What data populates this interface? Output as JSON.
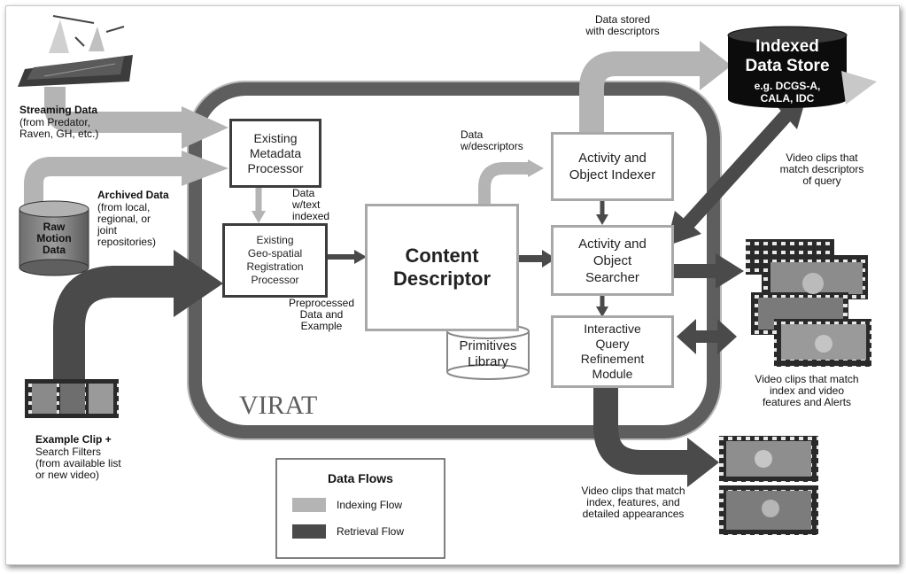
{
  "sources": {
    "streaming_title": "Streaming Data",
    "streaming_detail": "(from Predator,\nRaven, GH, etc.)",
    "archived_title": "Archived Data",
    "archived_detail": "(from local,\nregional, or\njoint\nrepositories)",
    "raw_motion": "Raw\nMotion\nData",
    "example_clip_title": "Example Clip +",
    "example_clip_detail": "Search Filters\n(from available list\nor new video)"
  },
  "virat_label": "VIRAT",
  "boxes": {
    "metadata_processor": "Existing\nMetadata\nProcessor",
    "geo_registration": "Existing\nGeo-spatial\nRegistration\nProcessor",
    "content_descriptor": "Content\nDescriptor",
    "primitives_library": "Primitives\nLibrary",
    "indexer": "Activity and\nObject Indexer",
    "searcher": "Activity and\nObject\nSearcher",
    "refinement": "Interactive\nQuery\nRefinement\nModule"
  },
  "annotations": {
    "data_text_indexed": "Data\nw/text\nindexed",
    "data_descriptors": "Data\nw/descriptors",
    "preprocessed": "Preprocessed\nData and\nExample",
    "data_stored": "Data stored\nwith descriptors",
    "clips_match_descriptors": "Video clips that\nmatch descriptors\nof query",
    "clips_index_video": "Video clips that match\nindex and video\nfeatures and Alerts",
    "clips_detailed": "Video clips that match\nindex, features, and\ndetailed appearances"
  },
  "data_store": {
    "title": "Indexed\nData Store",
    "examples": "e.g. DCGS-A,\nCALA, IDC"
  },
  "legend": {
    "title": "Data Flows",
    "items": [
      {
        "label": "Indexing Flow",
        "color": "#b4b4b4"
      },
      {
        "label": "Retrieval Flow",
        "color": "#4a4a4a"
      }
    ]
  },
  "colors": {
    "indexing_flow": "#b4b4b4",
    "retrieval_flow": "#4a4a4a",
    "virat_band": "#5e5e5e"
  }
}
